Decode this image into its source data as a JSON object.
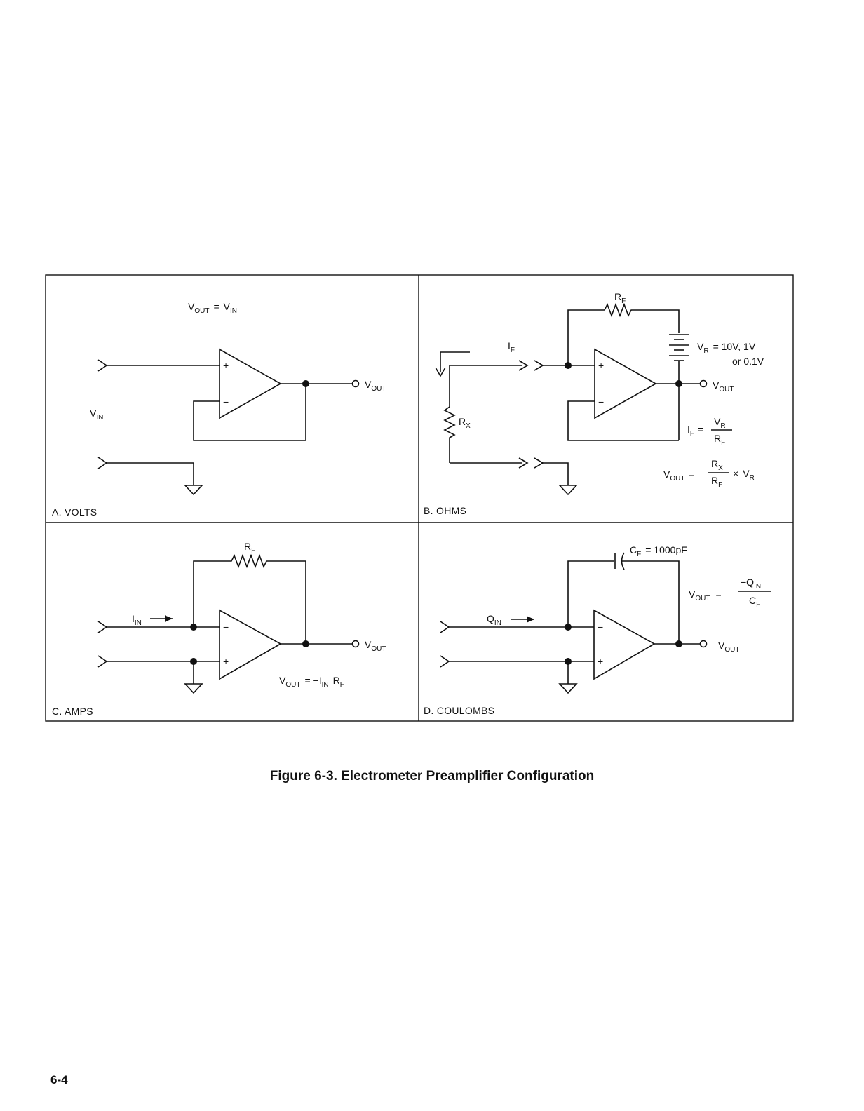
{
  "figure": {
    "caption": "Figure 6-3. Electrometer Preamplifier Configuration",
    "page_number": "6-4"
  },
  "panels": {
    "volts": {
      "label": "A. VOLTS",
      "eq_vout": "V",
      "eq_vout_sub": "OUT",
      "eq_op": "=",
      "eq_vin": "V",
      "eq_vin_sub": "IN",
      "vin": "V",
      "vin_sub": "IN",
      "vout": "V",
      "vout_sub": "OUT",
      "plus": "+",
      "minus": "−"
    },
    "ohms": {
      "label": "B. OHMS",
      "rf": "R",
      "rf_sub": "F",
      "if": "I",
      "if_sub": "F",
      "rx": "R",
      "rx_sub": "X",
      "vr": "V",
      "vr_sub": "R",
      "vr_values": "= 10V, 1V",
      "vr_values2": "or 0.1V",
      "vout": "V",
      "vout_sub": "OUT",
      "eq1_lhs": "I",
      "eq1_lhs_sub": "F",
      "eq1_op": "=",
      "eq1_num": "V",
      "eq1_num_sub": "R",
      "eq1_den": "R",
      "eq1_den_sub": "F",
      "eq2_lhs": "V",
      "eq2_lhs_sub": "OUT",
      "eq2_op": "=",
      "eq2_num": "R",
      "eq2_num_sub": "X",
      "eq2_den": "R",
      "eq2_den_sub": "F",
      "eq2_times": "×",
      "eq2_vr": "V",
      "eq2_vr_sub": "R",
      "plus": "+",
      "minus": "−"
    },
    "amps": {
      "label": "C. AMPS",
      "rf": "R",
      "rf_sub": "F",
      "iin": "I",
      "iin_sub": "IN",
      "vout": "V",
      "vout_sub": "OUT",
      "eq_lhs": "V",
      "eq_lhs_sub": "OUT",
      "eq_rhs": "= −I",
      "eq_rhs_sub": "IN",
      "eq_rf": "R",
      "eq_rf_sub": "F",
      "plus": "+",
      "minus": "−"
    },
    "coulombs": {
      "label": "D. COULOMBS",
      "cf": "C",
      "cf_sub": "F",
      "cf_value": "= 1000pF",
      "qin": "Q",
      "qin_sub": "IN",
      "vout": "V",
      "vout_sub": "OUT",
      "eq_lhs": "V",
      "eq_lhs_sub": "OUT",
      "eq_op": "=",
      "eq_num": "−Q",
      "eq_num_sub": "IN",
      "eq_den": "C",
      "eq_den_sub": "F",
      "plus": "+",
      "minus": "−"
    }
  }
}
